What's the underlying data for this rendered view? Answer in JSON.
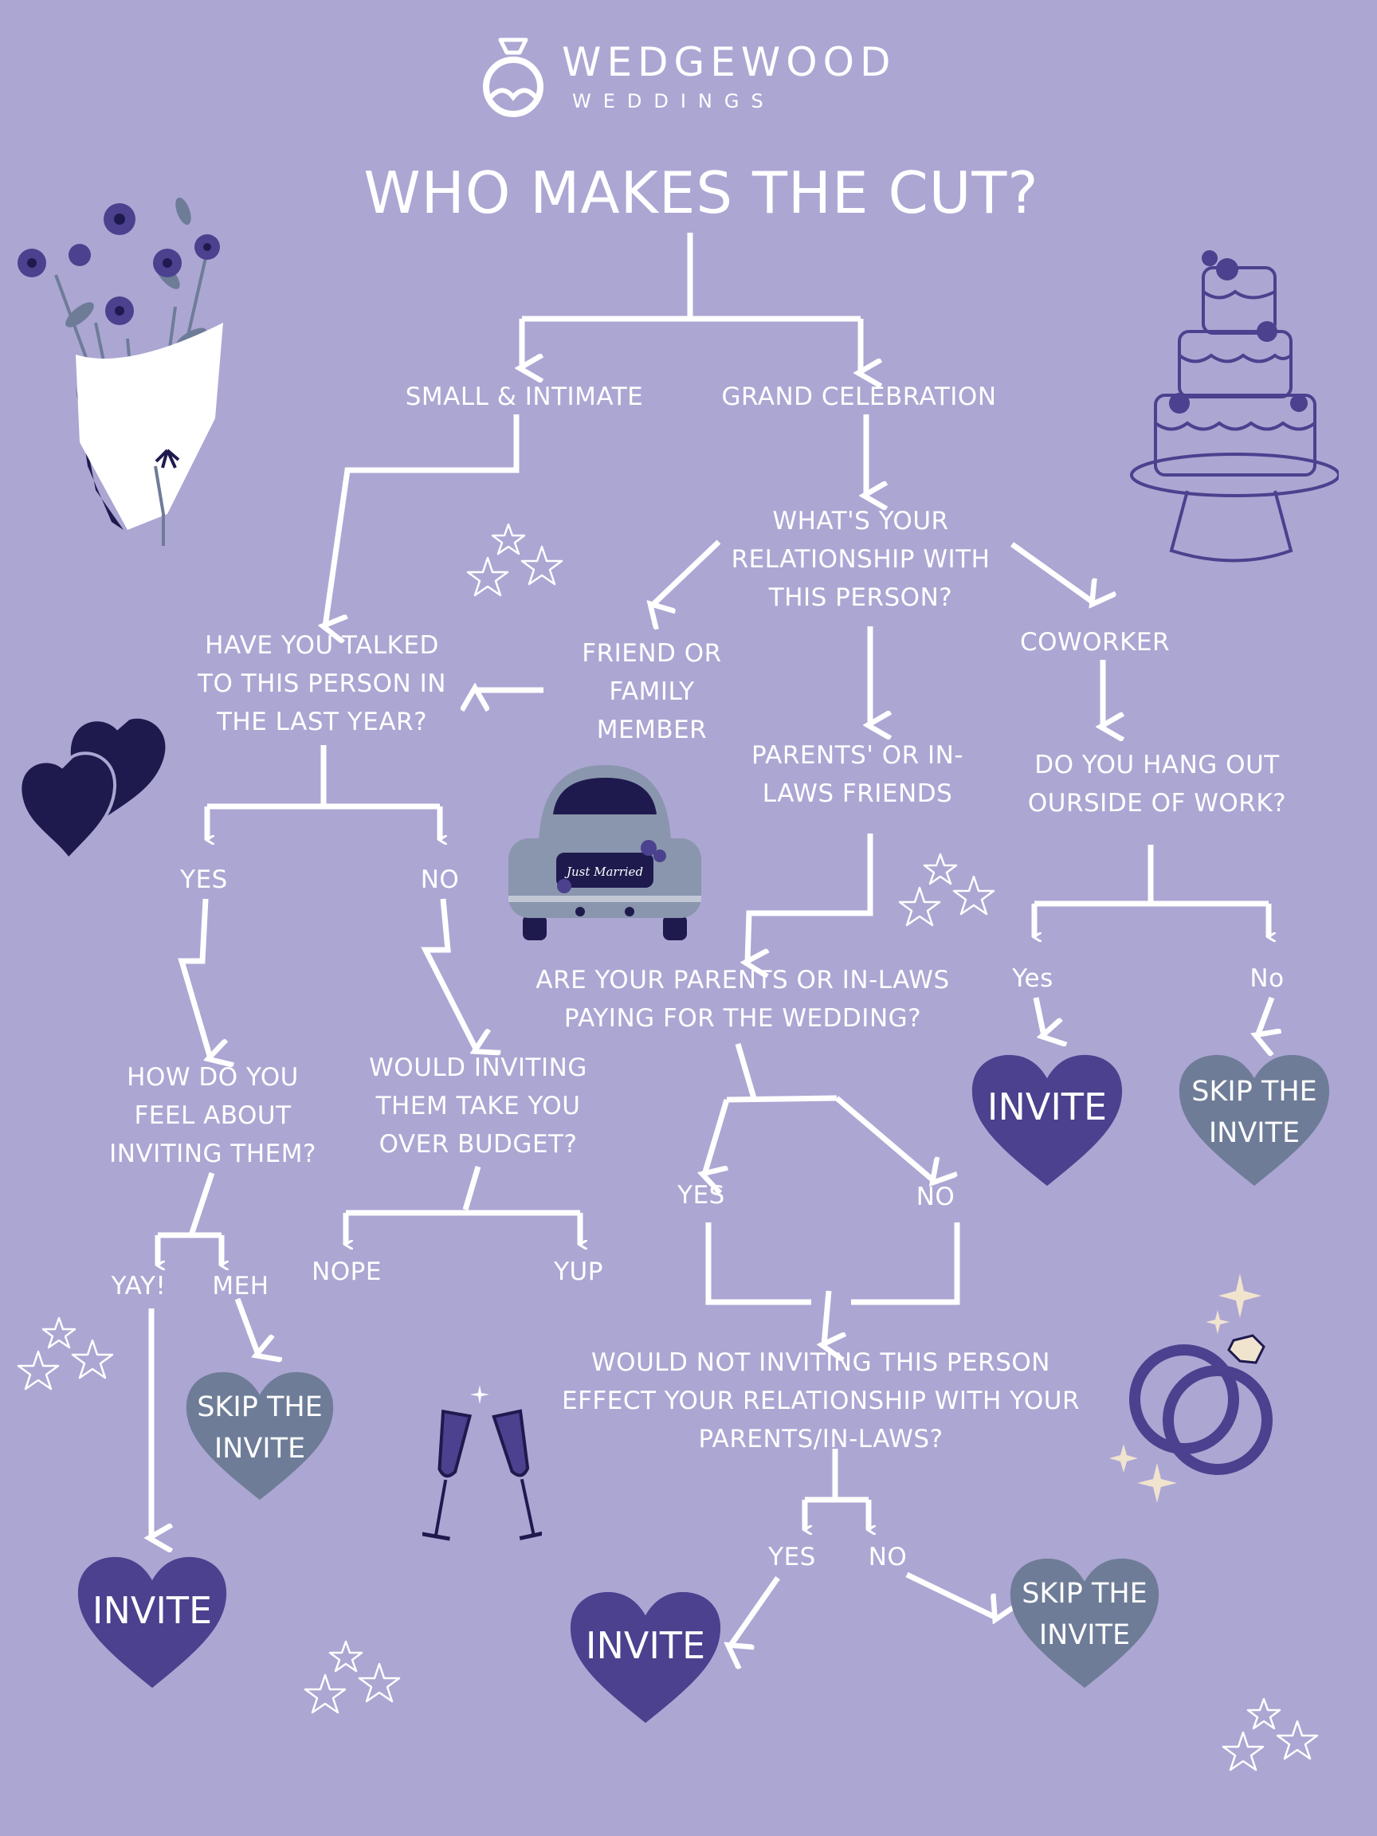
{
  "brand": {
    "name": "WEDGEWOOD",
    "sub": "WEDDINGS"
  },
  "title": "WHO MAKES THE CUT?",
  "colors": {
    "background": "#aca6d3",
    "line": "#ffffff",
    "invite_heart": "#4b418e",
    "skip_heart": "#6e7c98",
    "accent_dark": "#1e1a4e",
    "sparkle": "#f1e4cf"
  },
  "nodes": {
    "small": "SMALL & INTIMATE",
    "grand": "GRAND CELEBRATION",
    "relationship": [
      "WHAT'S YOUR",
      "RELATIONSHIP WITH",
      "THIS PERSON?"
    ],
    "friend": [
      "FRIEND OR",
      "FAMILY",
      "MEMBER"
    ],
    "coworker": "COWORKER",
    "talked": [
      "HAVE YOU TALKED",
      "TO THIS PERSON IN",
      "THE LAST YEAR?"
    ],
    "parents_friends": [
      "PARENTS' OR IN-",
      "LAWS FRIENDS"
    ],
    "hang_out": [
      "DO YOU HANG OUT",
      "OURSIDE OF WORK?"
    ],
    "talked_yes": "YES",
    "talked_no": "NO",
    "paying": [
      "ARE YOUR PARENTS OR IN-LAWS",
      "PAYING FOR THE WEDDING?"
    ],
    "hang_yes": "Yes",
    "hang_no": "No",
    "feel": [
      "HOW DO YOU",
      "FEEL ABOUT",
      "INVITING THEM?"
    ],
    "budget": [
      "WOULD INVITING",
      "THEM TAKE YOU",
      "OVER BUDGET?"
    ],
    "paying_yes": "YES",
    "paying_no": "NO",
    "yay": "YAY!",
    "meh": "MEH",
    "nope": "NOPE",
    "yup": "YUP",
    "effect": [
      "WOULD NOT INVITING THIS PERSON",
      "EFFECT YOUR RELATIONSHIP WITH YOUR",
      "PARENTS/IN-LAWS?"
    ],
    "effect_yes": "YES",
    "effect_no": "NO"
  },
  "outcomes": {
    "invite": "INVITE",
    "skip": [
      "SKIP THE",
      "INVITE"
    ]
  },
  "decorations": {
    "car_sign": "Just Married"
  },
  "icons": [
    "logo-ring-icon",
    "bouquet-icon",
    "wedding-cake-icon",
    "hearts-icon",
    "wedding-car-icon",
    "champagne-glasses-icon",
    "rings-icon",
    "stars-icon"
  ]
}
